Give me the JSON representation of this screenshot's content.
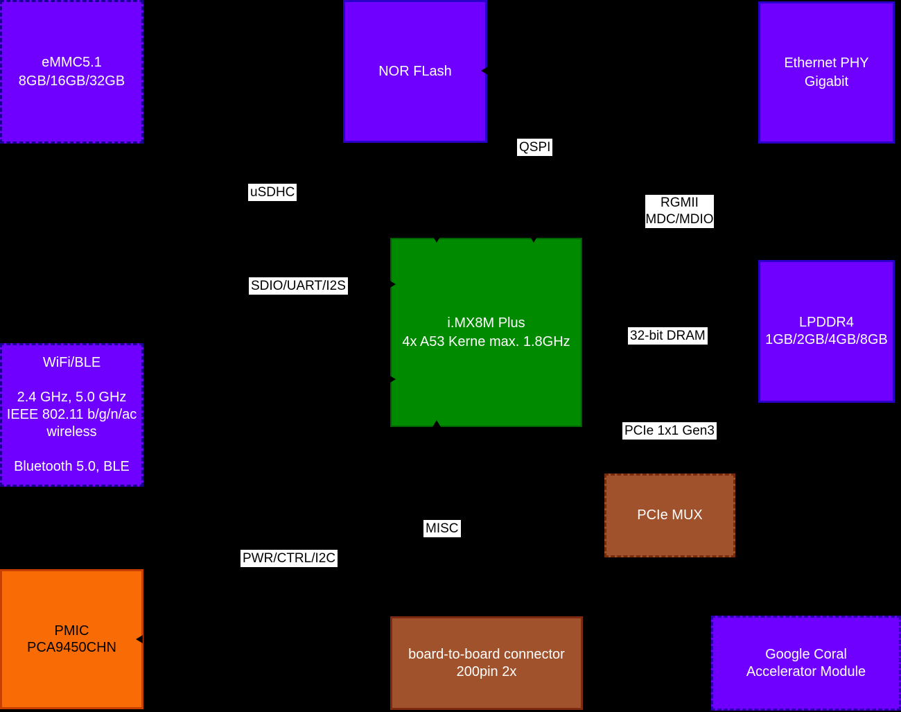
{
  "palette": {
    "background": "#000000",
    "violet_fill": "#6F00FF",
    "violet_solid_border": "#2B00C8",
    "violet_dashed_border": "#1C0096",
    "green_fill": "#008A00",
    "green_border": "#005F00",
    "sienna_fill": "#A0522D",
    "sienna_dashed_border": "#772B0B",
    "sienna_solid_border": "#7E2A10",
    "orange_fill": "#F96B05",
    "orange_border": "#C84000",
    "label_background": "#FFFFFF",
    "label_text": "#000000",
    "block_text": "#FFFFFF"
  },
  "blocks": {
    "emmc": {
      "lines": [
        "eMMC5.1",
        "8GB/16GB/32GB"
      ]
    },
    "nor_flash": {
      "lines": [
        "NOR FLash"
      ]
    },
    "ethernet_phy": {
      "lines": [
        "Ethernet PHY",
        "Gigabit"
      ]
    },
    "wifi_ble": {
      "lines": [
        "WiFi/BLE",
        "",
        "2.4 GHz, 5.0 GHz",
        "IEEE 802.11 b/g/n/ac",
        "wireless",
        "",
        "Bluetooth 5.0, BLE"
      ]
    },
    "soc": {
      "lines": [
        "i.MX8M Plus",
        "4x A53 Kerne max. 1.8GHz"
      ]
    },
    "lpddr4": {
      "lines": [
        "LPDDR4",
        "1GB/2GB/4GB/8GB"
      ]
    },
    "pcie_mux": {
      "lines": [
        "PCIe MUX"
      ]
    },
    "pmic": {
      "lines": [
        "PMIC",
        "PCA9450CHN"
      ]
    },
    "b2b_connector": {
      "lines": [
        "board-to-board connector",
        "200pin 2x"
      ]
    },
    "google_coral": {
      "lines": [
        "Google Coral",
        "Accelerator Module"
      ]
    }
  },
  "bus_labels": {
    "usdhc": "uSDHC",
    "qspi": "QSPI",
    "rgmii": [
      "RGMII",
      "MDC/MDIO"
    ],
    "sdio_uart_i2s": "SDIO/UART/I2S",
    "dram": "32-bit DRAM",
    "pcie_gen3": "PCIe 1x1 Gen3",
    "misc": "MISC",
    "pwr_ctrl_i2c": "PWR/CTRL/I2C"
  }
}
